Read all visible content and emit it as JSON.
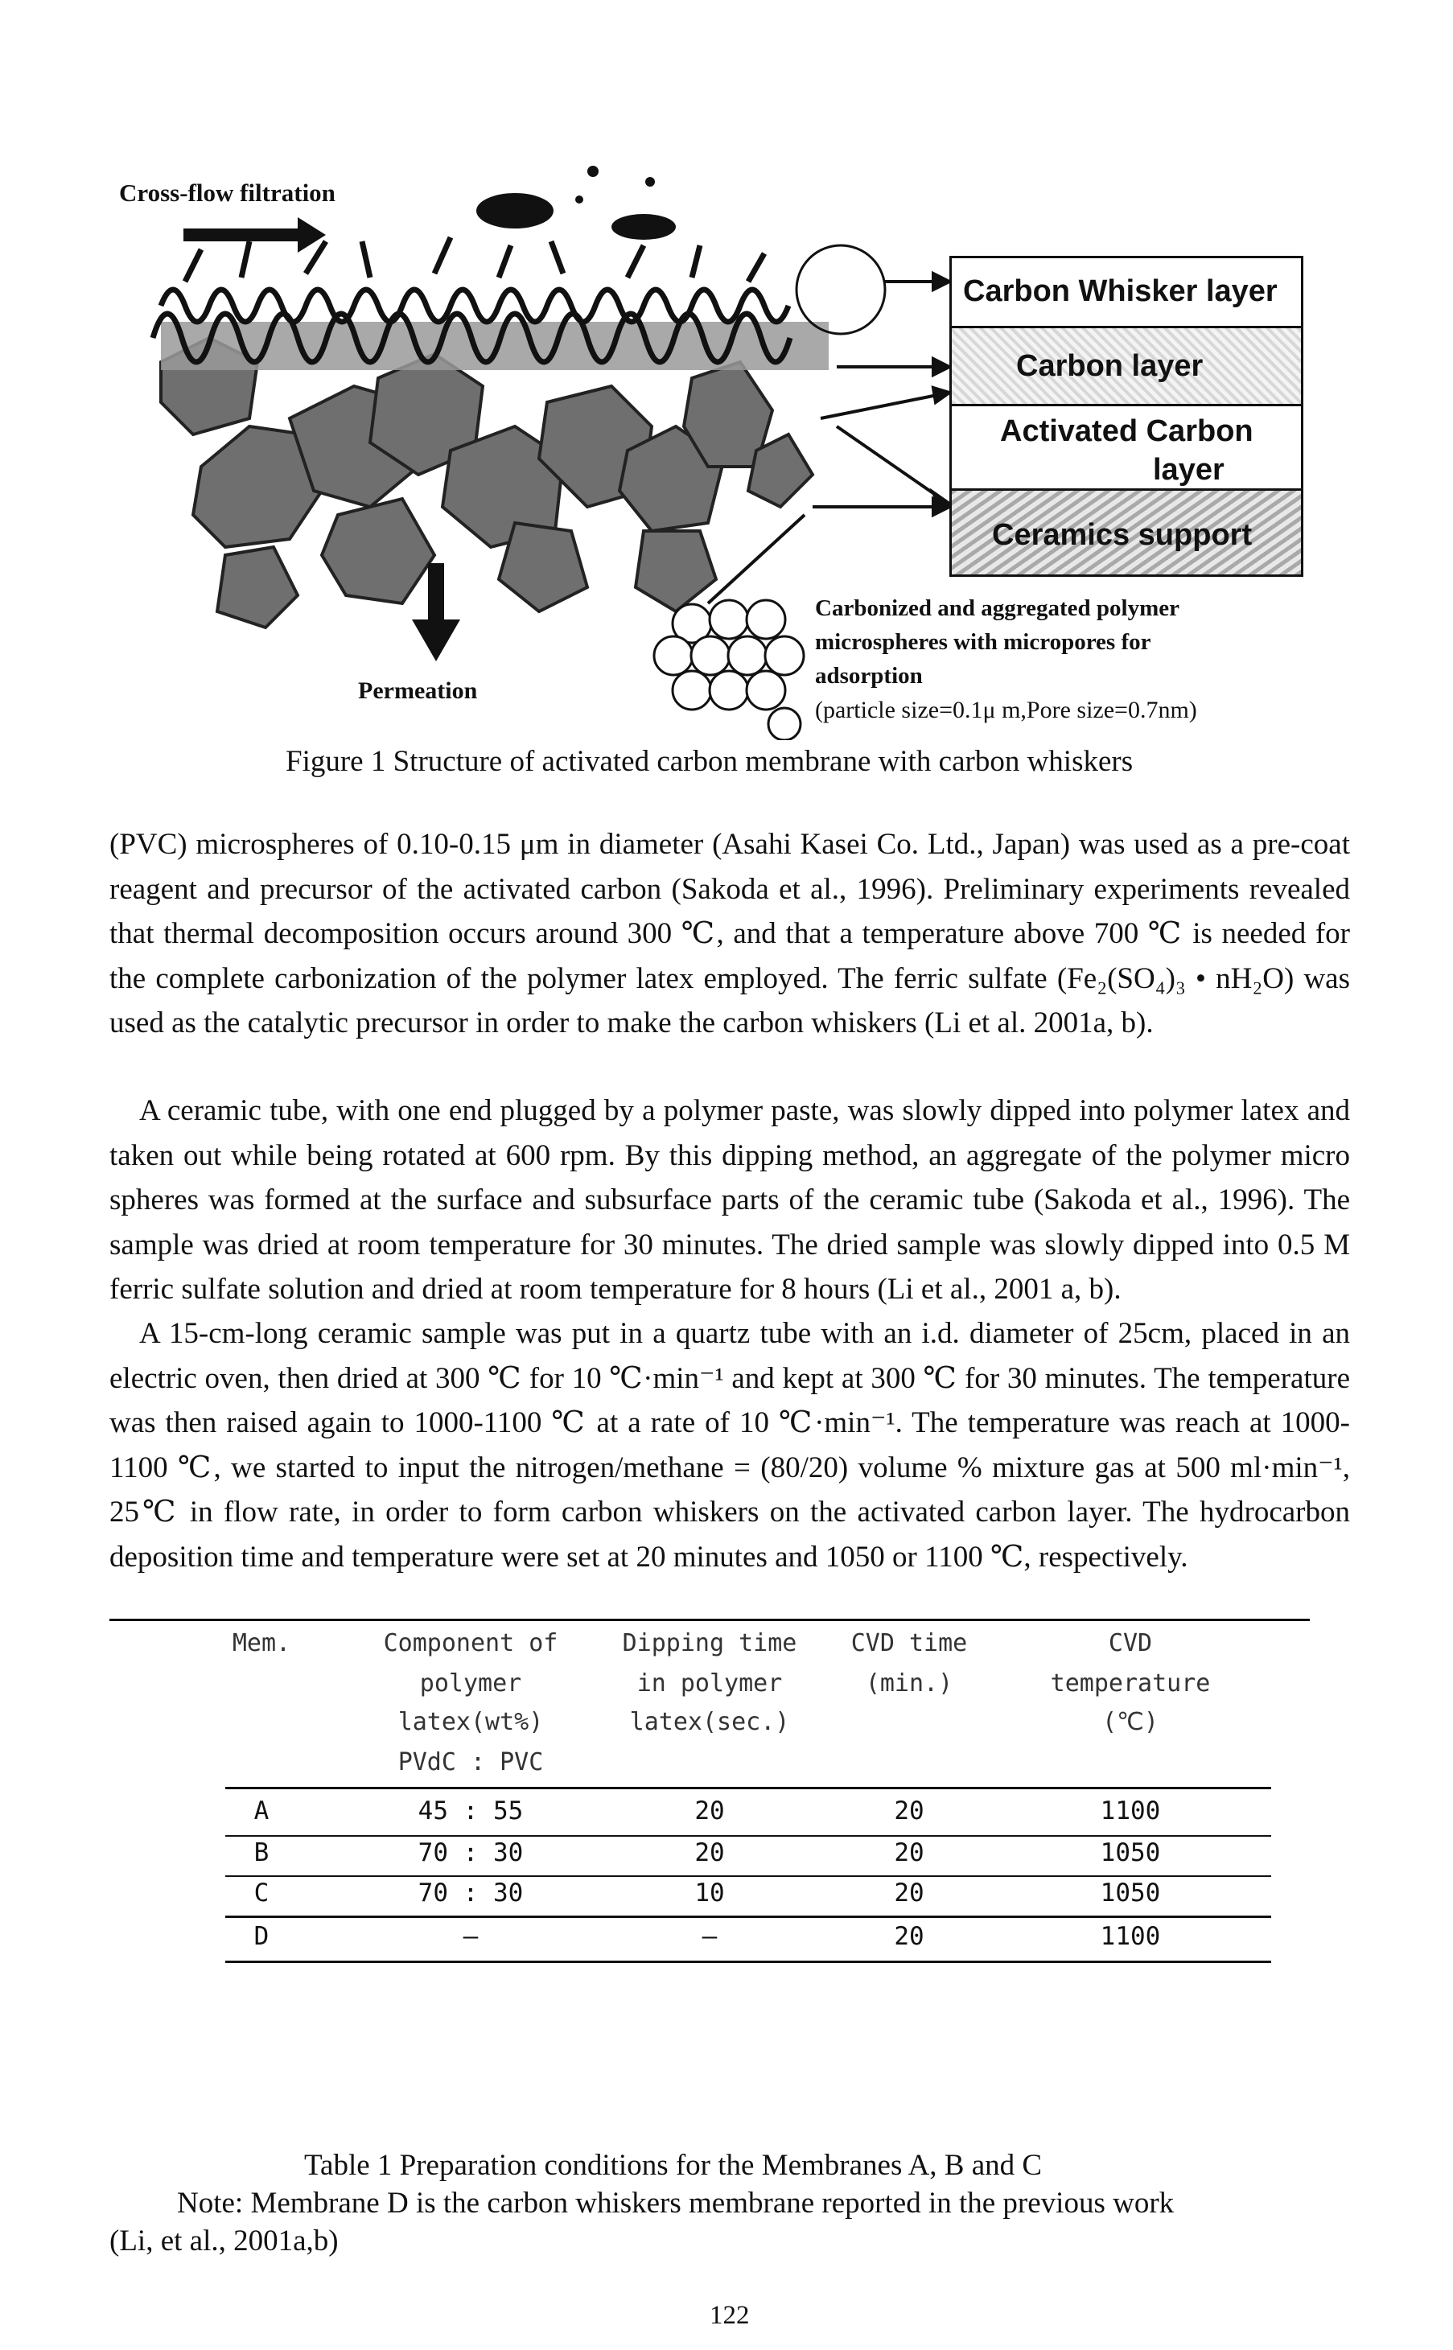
{
  "figure": {
    "cross_flow_label": "Cross-flow filtration",
    "permeation_label": "Permeation",
    "layers": {
      "whisker": "Carbon Whisker layer",
      "carbon": "Carbon layer",
      "activated_line1": "Activated Carbon",
      "activated_line2": "layer",
      "ceramics": "Ceramics support"
    },
    "microsphere_text": {
      "line1": "Carbonized and aggregated polymer",
      "line2": "microspheres with micropores for",
      "line3": "adsorption",
      "line4": "(particle size=0.1μ m,Pore size=0.7nm)"
    },
    "caption": "Figure 1 Structure of activated carbon membrane with carbon whiskers"
  },
  "body": {
    "para1": "(PVC) microspheres of 0.10-0.15 μm in diameter (Asahi Kasei Co. Ltd., Japan) was used as a pre-coat reagent and precursor of the activated carbon (Sakoda et al., 1996). Preliminary experiments revealed that thermal decomposition occurs around 300 ℃, and that a temperature above 700 ℃ is needed for the complete carbonization of the polymer latex employed. The ferric sulfate (Fe₂(SO₄)₃ • nH₂O) was used as the catalytic precursor in order to make the carbon whiskers (Li et al. 2001a, b).",
    "para2": "A ceramic tube, with one end plugged by a polymer paste, was slowly dipped into polymer latex and taken out while being rotated at 600 rpm. By this dipping method, an aggregate of the polymer micro spheres was formed at the surface and subsurface parts of the ceramic tube (Sakoda et al., 1996). The sample was dried at room temperature for 30 minutes. The dried sample was slowly dipped into 0.5 M ferric sulfate solution and dried at room temperature for 8 hours (Li et al., 2001 a, b).",
    "para3": "A 15-cm-long ceramic sample was put in a quartz tube with an i.d. diameter of 25cm, placed in an electric oven, then dried at 300 ℃ for 10 ℃·min⁻¹ and kept at 300 ℃ for 30 minutes. The temperature was then raised again to 1000-1100 ℃ at a rate of 10 ℃·min⁻¹. The temperature was reach at 1000-1100 ℃, we started to input the nitrogen/methane = (80/20) volume % mixture gas at 500 ml·min⁻¹, 25℃ in flow rate, in order to form carbon whiskers on the activated carbon layer. The hydrocarbon deposition time and temperature were set at 20 minutes and 1050 or 1100 ℃, respectively."
  },
  "table": {
    "headers": {
      "mem": "Mem.",
      "component": [
        "Component of",
        "polymer",
        "latex(wt%)",
        "PVdC : PVC"
      ],
      "dipping": [
        "Dipping time",
        "in polymer",
        "latex(sec.)"
      ],
      "cvd_time": [
        "CVD time",
        "(min.)"
      ],
      "cvd_temp": [
        "CVD",
        "temperature",
        "(℃)"
      ]
    },
    "rows": [
      {
        "mem": "A",
        "component": "45 : 55",
        "dipping": "20",
        "cvd_time": "20",
        "cvd_temp": "1100"
      },
      {
        "mem": "B",
        "component": "70 : 30",
        "dipping": "20",
        "cvd_time": "20",
        "cvd_temp": "1050"
      },
      {
        "mem": "C",
        "component": "70 : 30",
        "dipping": "10",
        "cvd_time": "20",
        "cvd_temp": "1050"
      },
      {
        "mem": "D",
        "component": "–",
        "dipping": "–",
        "cvd_time": "20",
        "cvd_temp": "1100"
      }
    ],
    "caption": "Table 1 Preparation conditions for the Membranes A, B and C",
    "note_line1": "Note: Membrane D is the carbon whiskers membrane reported in the previous work",
    "note_line2": "(Li, et al., 2001a,b)"
  },
  "page_number": "122"
}
